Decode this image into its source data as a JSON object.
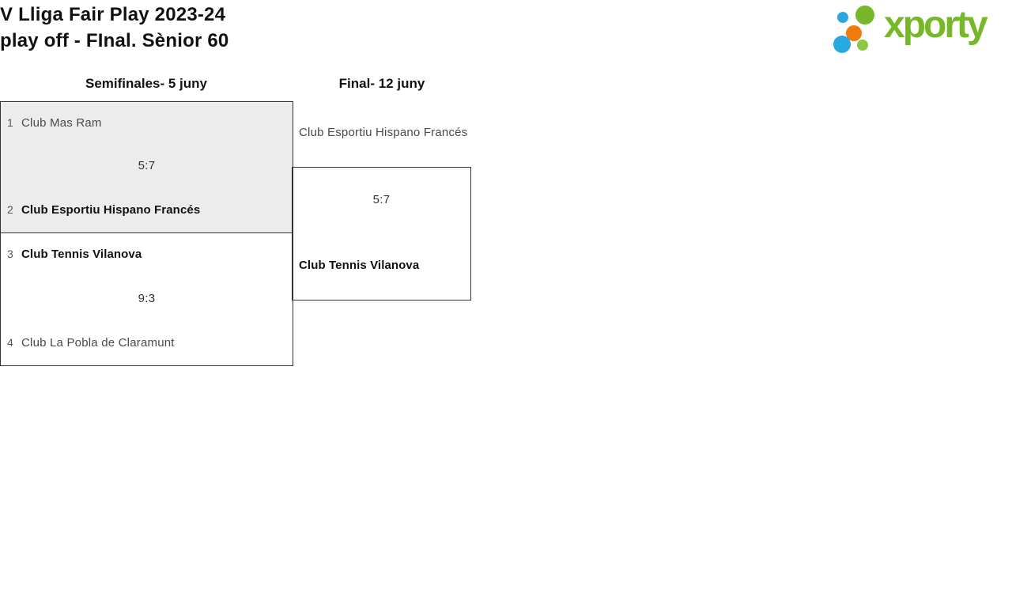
{
  "page": {
    "title_line1": "V Lliga Fair Play 2023-24",
    "title_line2": "play off - FInal. Sènior 60"
  },
  "logo": {
    "text": "xporty",
    "colors": {
      "green": "#76b82a",
      "light_green": "#8dc63f",
      "blue": "#29a8e0",
      "orange": "#ee7b0c"
    }
  },
  "bracket": {
    "rounds": [
      {
        "label": "Semifinales- 5 juny"
      },
      {
        "label": "Final- 12 juny"
      }
    ],
    "matches": [
      {
        "round": "Semifinales",
        "score": "5:7",
        "teams": [
          {
            "seed": "1",
            "name": "Club Mas Ram",
            "winner": false
          },
          {
            "seed": "2",
            "name": "Club Esportiu Hispano Francés",
            "winner": true
          }
        ]
      },
      {
        "round": "Semifinales",
        "score": "9:3",
        "teams": [
          {
            "seed": "3",
            "name": "Club Tennis Vilanova",
            "winner": true
          },
          {
            "seed": "4",
            "name": "Club La Pobla de Claramunt",
            "winner": false
          }
        ]
      },
      {
        "round": "Final",
        "score": "5:7",
        "teams": [
          {
            "seed": "",
            "name": "Club Esportiu Hispano Francés",
            "winner": false
          },
          {
            "seed": "",
            "name": "Club Tennis Vilanova",
            "winner": true
          }
        ]
      }
    ]
  }
}
